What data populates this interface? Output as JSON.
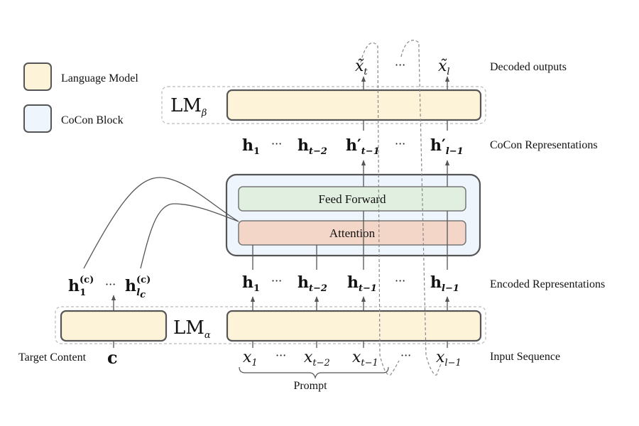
{
  "legend": {
    "items": [
      {
        "label": "Language Model",
        "color": "#fdf3d8"
      },
      {
        "label": "CoCon Block",
        "color": "#eef5fd"
      }
    ]
  },
  "row_labels": {
    "decoded": "Decoded outputs",
    "cocon": "CoCon Representations",
    "encoded": "Encoded Representations",
    "input": "Input Sequence",
    "target": "Target Content"
  },
  "blocks": {
    "lm_beta": {
      "name": "LM",
      "sub": "β"
    },
    "lm_alpha": {
      "name": "LM",
      "sub": "α"
    },
    "feed_forward": "Feed Forward",
    "attention": "Attention",
    "prompt": "Prompt"
  },
  "colors": {
    "language_model_fill": "#fdf3d8",
    "cocon_block_fill": "#eef5fd",
    "feed_forward_fill": "#e0efdf",
    "attention_fill": "#f3d6c8",
    "stroke": "#555555"
  },
  "symbols": {
    "decoded": [
      {
        "base": "x̃",
        "sub": "t"
      },
      {
        "dots": "···"
      },
      {
        "base": "x̃",
        "sub": "l"
      }
    ],
    "cocon": [
      {
        "base": "h",
        "sub": "1"
      },
      {
        "dots": "···"
      },
      {
        "base": "h",
        "sub": "t−2"
      },
      {
        "base": "h′",
        "sub": "t−1"
      },
      {
        "dots": "···"
      },
      {
        "base": "h′",
        "sub": "l−1"
      }
    ],
    "encoded": [
      {
        "base": "h",
        "sub": "1"
      },
      {
        "dots": "···"
      },
      {
        "base": "h",
        "sub": "t−2"
      },
      {
        "base": "h",
        "sub": "t−1"
      },
      {
        "dots": "···"
      },
      {
        "base": "h",
        "sub": "l−1"
      }
    ],
    "content_reps": [
      {
        "base": "h",
        "sup": "(c)",
        "sub": "1"
      },
      {
        "dots": "···"
      },
      {
        "base": "h",
        "sup": "(c)",
        "sub": "l",
        "subsub": "c"
      }
    ],
    "input": [
      {
        "base": "x",
        "sub": "1"
      },
      {
        "dots": "···"
      },
      {
        "base": "x",
        "sub": "t−2"
      },
      {
        "base": "x",
        "sub": "t−1"
      },
      {
        "dots": "···"
      },
      {
        "base": "x",
        "sub": "l−1"
      }
    ],
    "target": {
      "base": "c"
    }
  }
}
